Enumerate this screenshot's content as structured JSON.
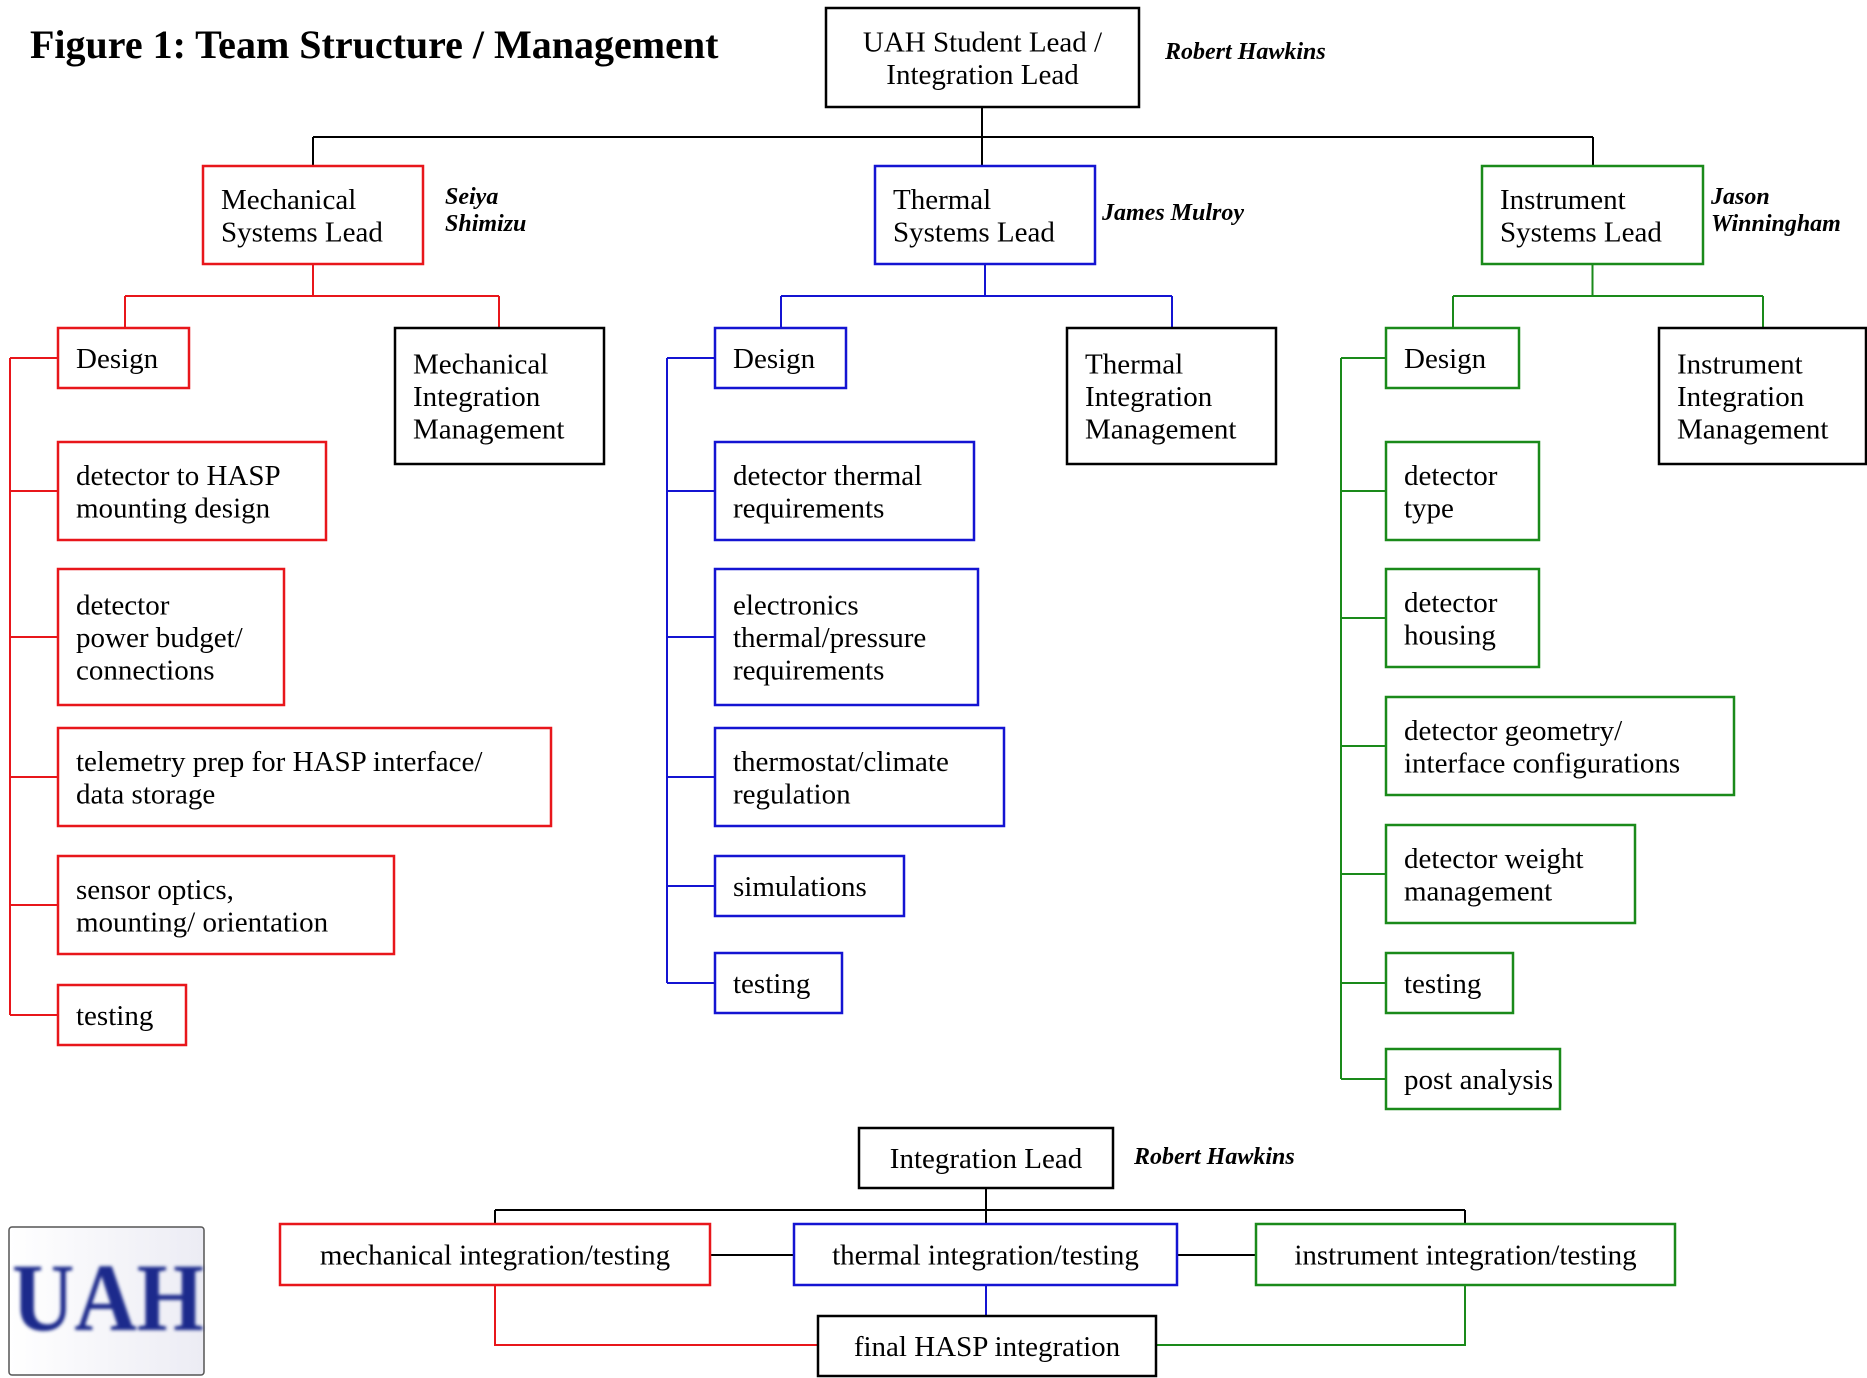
{
  "title": "Figure 1: Team Structure / Management",
  "colors": {
    "mechanical": "#e8161b",
    "thermal": "#1414d2",
    "instrument": "#1a8a1a",
    "neutral": "#000000",
    "logo": "#1a2a8c"
  },
  "logo": {
    "text": "UAH"
  },
  "top": {
    "lead": [
      "UAH Student Lead /",
      "Integration Lead"
    ],
    "lead_name": "Robert Hawkins"
  },
  "mechanical": {
    "lead": [
      "Mechanical",
      "Systems Lead"
    ],
    "lead_name": [
      "Seiya",
      "Shimizu"
    ],
    "design": "Design",
    "integration": [
      "Mechanical",
      "Integration",
      "Management"
    ],
    "tasks": [
      [
        "detector to HASP",
        "mounting design"
      ],
      [
        "detector",
        "power budget/",
        "connections"
      ],
      [
        "telemetry prep for HASP interface/",
        "data storage"
      ],
      [
        "sensor optics,",
        "mounting/ orientation"
      ],
      [
        "testing"
      ]
    ]
  },
  "thermal": {
    "lead": [
      "Thermal",
      "Systems Lead"
    ],
    "lead_name": [
      "James Mulroy"
    ],
    "design": "Design",
    "integration": [
      "Thermal",
      "Integration",
      "Management"
    ],
    "tasks": [
      [
        "detector thermal",
        "requirements"
      ],
      [
        "electronics",
        "thermal/pressure",
        "requirements"
      ],
      [
        "thermostat/climate",
        "regulation"
      ],
      [
        "simulations"
      ],
      [
        "testing"
      ]
    ]
  },
  "instrument": {
    "lead": [
      "Instrument",
      "Systems Lead"
    ],
    "lead_name": [
      "Jason",
      "Winningham"
    ],
    "design": "Design",
    "integration": [
      "Instrument",
      "Integration",
      "Management"
    ],
    "tasks": [
      [
        "detector",
        "type"
      ],
      [
        "detector",
        "housing"
      ],
      [
        "detector geometry/",
        "interface configurations"
      ],
      [
        "detector weight",
        "management"
      ],
      [
        "testing"
      ],
      [
        "post analysis"
      ]
    ]
  },
  "integration": {
    "lead": "Integration Lead",
    "lead_name": "Robert Hawkins",
    "mechanical": "mechanical integration/testing",
    "thermal": "thermal integration/testing",
    "instrument": "instrument integration/testing",
    "final": "final HASP integration"
  }
}
